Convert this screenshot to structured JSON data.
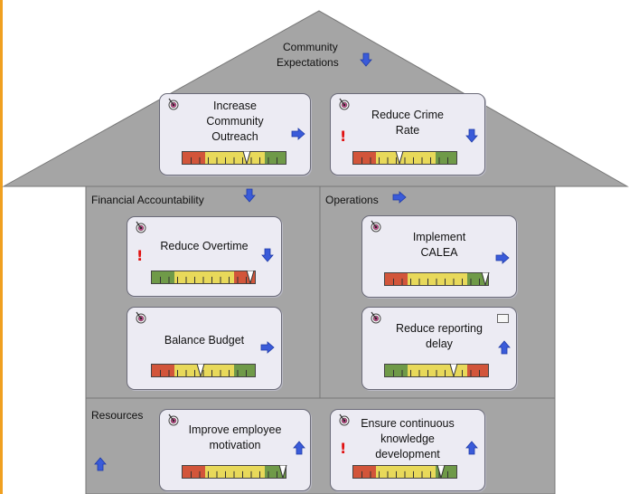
{
  "roof": {
    "label_line1": "Community",
    "label_line2": "Expectations",
    "label_trend": "down"
  },
  "sections": {
    "financial": {
      "label": "Financial Accountability",
      "trend": "down"
    },
    "operations": {
      "label": "Operations",
      "trend": "right"
    },
    "resources": {
      "label": "Resources",
      "trend": "up"
    }
  },
  "cards": {
    "increase_outreach": {
      "line1": "Increase",
      "line2": "Community",
      "line3": "Outreach",
      "trend": "right",
      "alert": false,
      "gauge_value": 0.62,
      "colors": [
        "red",
        "yellow",
        "green"
      ]
    },
    "reduce_crime": {
      "line1": "Reduce Crime",
      "line2": "Rate",
      "trend": "down",
      "alert": true,
      "gauge_value": 0.45,
      "colors": [
        "red",
        "yellow",
        "green"
      ]
    },
    "reduce_overtime": {
      "line1": "Reduce Overtime",
      "trend": "down",
      "alert": true,
      "gauge_value": 0.96,
      "colors": [
        "green",
        "yellow",
        "red"
      ]
    },
    "balance_budget": {
      "line1": "Balance Budget",
      "trend": "right",
      "alert": false,
      "gauge_value": 0.47,
      "colors": [
        "red",
        "yellow",
        "green"
      ]
    },
    "implement_calea": {
      "line1": "Implement",
      "line2": "CALEA",
      "trend": "right",
      "alert": false,
      "gauge_value": 0.97,
      "colors": [
        "red",
        "yellow",
        "green"
      ]
    },
    "reduce_reporting": {
      "line1": "Reduce reporting",
      "line2": "delay",
      "trend": "up",
      "alert": false,
      "mail": true,
      "gauge_value": 0.67,
      "colors": [
        "green",
        "yellow",
        "red"
      ]
    },
    "improve_motivation": {
      "line1": "Improve employee",
      "line2": "motivation",
      "trend": "up",
      "alert": false,
      "gauge_value": 0.97,
      "colors": [
        "red",
        "yellow",
        "green"
      ]
    },
    "ensure_knowledge": {
      "line1": "Ensure continuous",
      "line2": "knowledge",
      "line3": "development",
      "trend": "up",
      "alert": true,
      "gauge_value": 0.85,
      "colors": [
        "red",
        "yellow",
        "green"
      ]
    }
  },
  "colors": {
    "red": "#d2553a",
    "yellow": "#e8d95a",
    "green": "#6f9a48",
    "house_fill": "#a5a5a5",
    "trend_arrow": "#3a5bd9"
  }
}
